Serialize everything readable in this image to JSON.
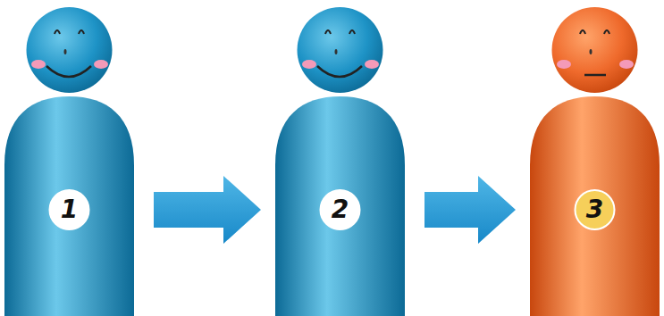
{
  "diagram": {
    "nodes": [
      {
        "text": [
          "1"
        ]
      },
      {
        "text": [
          "2"
        ]
      },
      {
        "text": [
          "3"
        ]
      }
    ],
    "edges": [
      {
        "from": 0,
        "to": 1,
        "arrow": "to"
      },
      {
        "from": 1,
        "to": 2,
        "arrow": "to"
      }
    ]
  }
}
